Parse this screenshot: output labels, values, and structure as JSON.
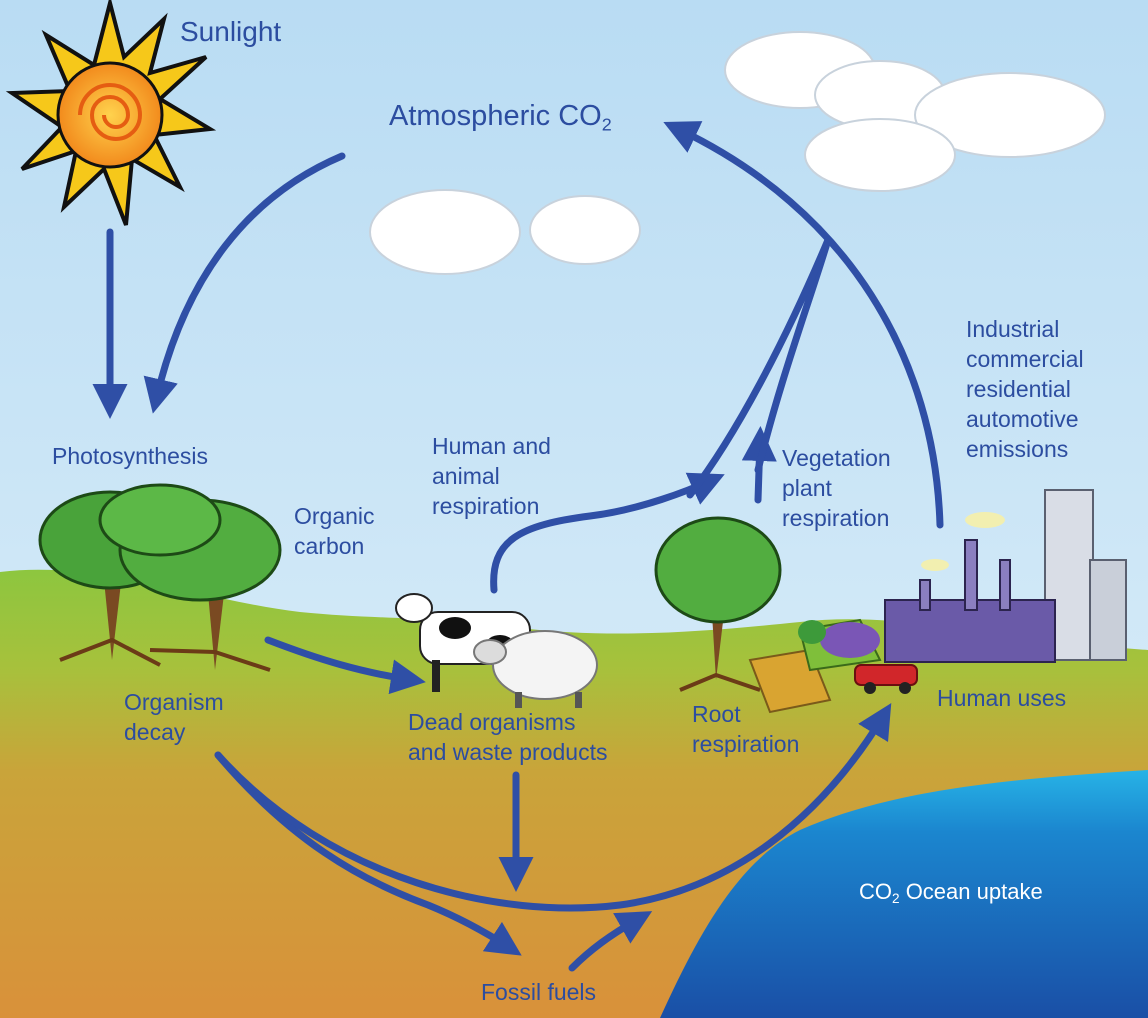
{
  "labels": {
    "sunlight": "Sunlight",
    "atmospheric_co2": "Atmospheric CO",
    "co2_subscript": "2",
    "photosynthesis": "Photosynthesis",
    "organic_carbon": "Organic\ncarbon",
    "human_animal_respiration": "Human and\nanimal\nrespiration",
    "vegetation_plant_respiration": "Vegetation\nplant\nrespiration",
    "industrial_emissions": "Industrial\ncommercial\nresidential\nautomotive\nemissions",
    "organism_decay": "Organism\ndecay",
    "dead_organisms": "Dead organisms\nand waste products",
    "root_respiration": "Root\nrespiration",
    "human_uses": "Human uses",
    "ocean_co2": "CO",
    "ocean_subscript": "2",
    "ocean_uptake": " Ocean uptake",
    "fossil_fuels": "Fossil fuels"
  },
  "colors": {
    "arrow": "#2f4fa6",
    "label": "#2c4da0",
    "sky_top": "#b9dcf3",
    "grass": "#8dc63f",
    "soil": "#d29a3c",
    "ocean": "#1a5fb4"
  }
}
